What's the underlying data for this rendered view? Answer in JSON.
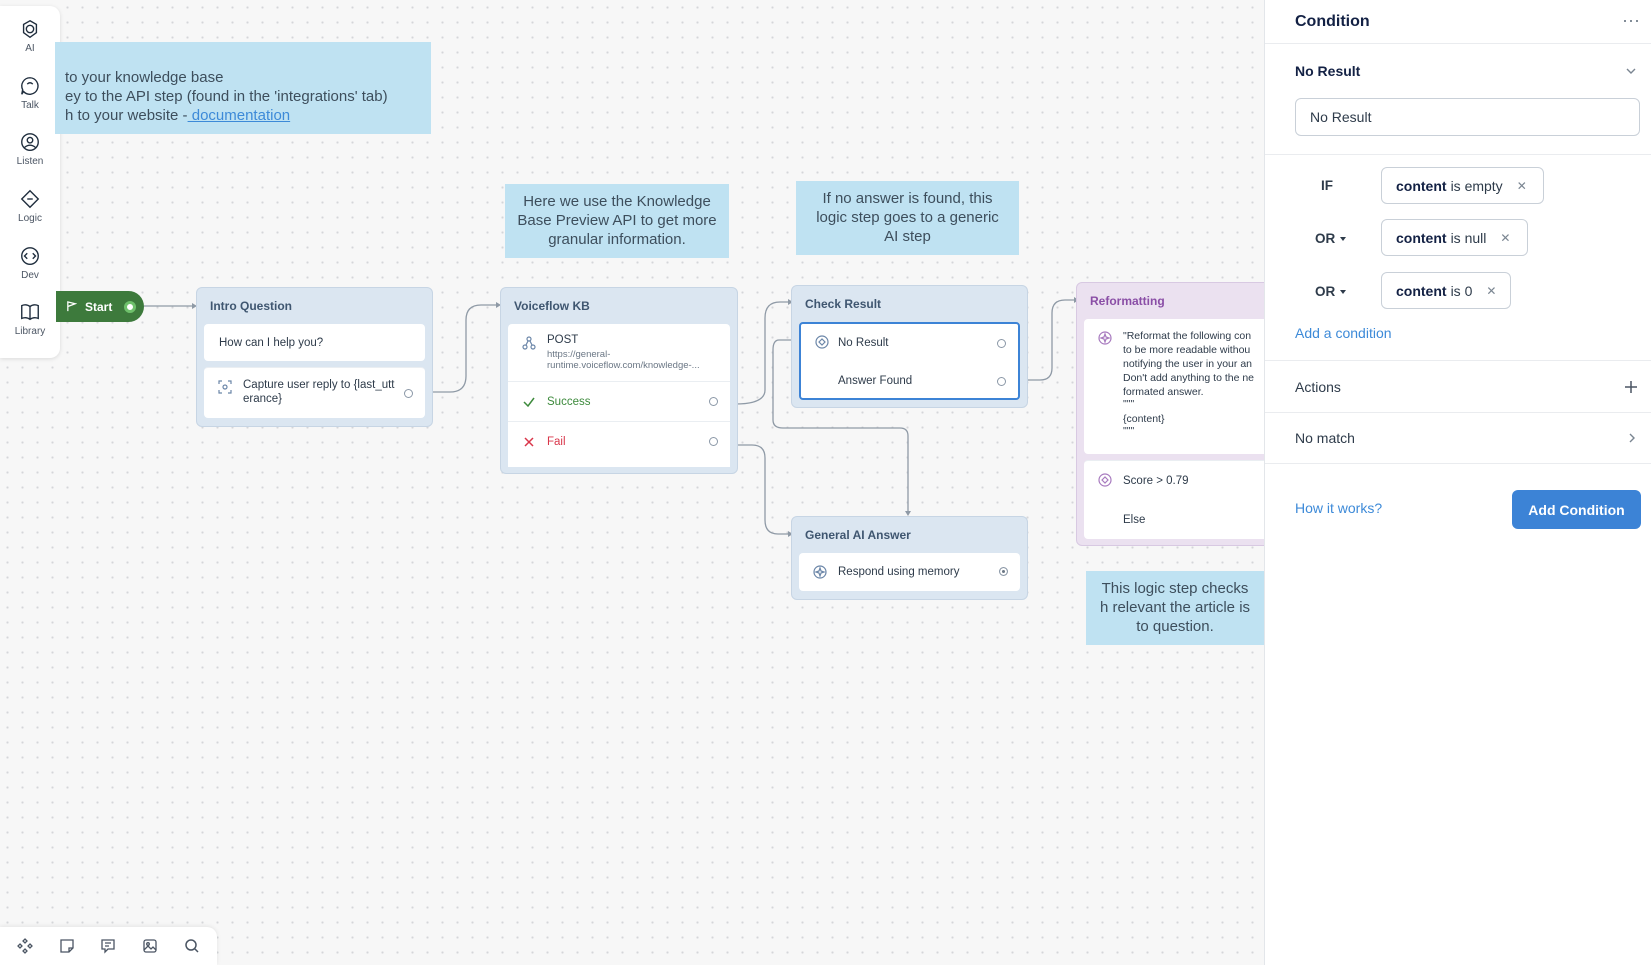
{
  "sidebar": {
    "items": [
      {
        "label": "AI",
        "icon": "openai-icon"
      },
      {
        "label": "Talk",
        "icon": "chat-bubble-icon"
      },
      {
        "label": "Listen",
        "icon": "user-circle-icon"
      },
      {
        "label": "Logic",
        "icon": "diamond-icon"
      },
      {
        "label": "Dev",
        "icon": "code-icon"
      },
      {
        "label": "Library",
        "icon": "book-icon"
      }
    ]
  },
  "notes": {
    "kb_line1": "to your knowledge base",
    "kb_line2": "ey to the API step (found in the 'integrations' tab)",
    "kb_line3": "h to your website -",
    "kb_link": " documentation",
    "preview": "Here we use the Knowledge Base Preview API to get more granular information.",
    "noanswer": "If no answer is found, this logic step goes to a generic AI step",
    "logic": "This logic step checks h relevant the article is to question."
  },
  "start": {
    "label": "Start"
  },
  "intro": {
    "title": "Intro Question",
    "step1": "How can I help you?",
    "step2": "Capture user reply to {last_utt erance}"
  },
  "voiceflow": {
    "title": "Voiceflow KB",
    "method": "POST",
    "url1": "https://general-",
    "url2": "runtime.voiceflow.com/knowledge-...",
    "success": "Success",
    "fail": "Fail"
  },
  "check": {
    "title": "Check Result",
    "no_result": "No Result",
    "answer_found": "Answer Found"
  },
  "general": {
    "title": "General AI Answer",
    "step": "Respond using memory"
  },
  "reform": {
    "title": "Reformatting",
    "prompt_lines": [
      "\"Reformat the following con",
      "to be more readable withou",
      "notifying the user in your an",
      "Don't add anything to the ne",
      "formated answer.",
      "\"\"\"",
      "{content}",
      "\"\"\""
    ],
    "score": "Score > 0.79",
    "else": "Else"
  },
  "panel": {
    "title": "Condition",
    "path_label": "No Result",
    "path_value": "No Result",
    "conditions": [
      {
        "op": "IF",
        "variable": "content",
        "text": "is empty"
      },
      {
        "op": "OR",
        "variable": "content",
        "text": "is null"
      },
      {
        "op": "OR",
        "variable": "content",
        "text": "is 0"
      }
    ],
    "add_condition_link": "Add a condition",
    "actions": "Actions",
    "no_match": "No match",
    "how_it_works": "How it works?",
    "add_button": "Add Condition"
  },
  "colors": {
    "accent": "#3c83d6",
    "note_bg": "#bfe2f2",
    "start_green": "#3d7a3c",
    "block_bg": "#dbe6f1",
    "reform_bg": "#ebe1f0",
    "fail_red": "#d9364a",
    "success_green": "#3d8a3c"
  }
}
